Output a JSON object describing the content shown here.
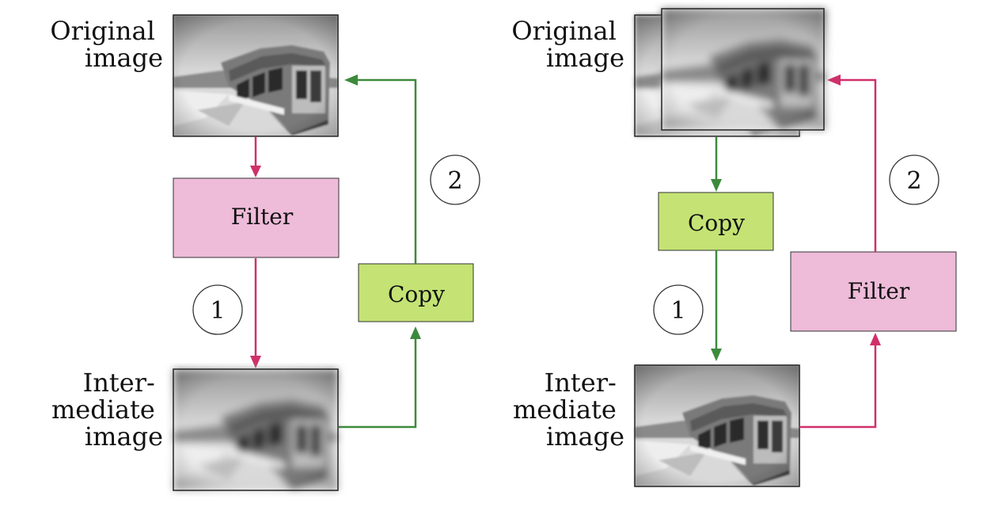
{
  "colors": {
    "filter_fill": "#eebbd9",
    "copy_fill": "#c4e374",
    "filter_arrow": "#d0306a",
    "copy_arrow": "#3d8a3d",
    "photo_frame": "#222222"
  },
  "icons": {
    "photo": "bus-photo-icon",
    "arrow_head": "arrow-head-icon"
  },
  "left_panel": {
    "original_label": [
      "Original",
      "image"
    ],
    "intermediate_label": [
      "Inter-",
      "mediate",
      "image"
    ],
    "filter_label": "Filter",
    "copy_label": "Copy",
    "step1": "1",
    "step2": "2"
  },
  "right_panel": {
    "original_label": [
      "Original",
      "image"
    ],
    "intermediate_label": [
      "Inter-",
      "mediate",
      "image"
    ],
    "copy_label": "Copy",
    "filter_label": "Filter",
    "step1": "1",
    "step2": "2"
  }
}
